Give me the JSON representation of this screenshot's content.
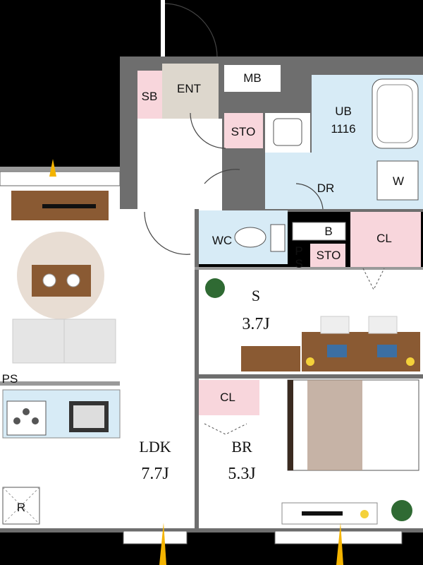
{
  "plan": {
    "rooms": {
      "ent": "ENT",
      "sb": "SB",
      "mb": "MB",
      "sto_top": "STO",
      "ub": "UB",
      "ub_size": "1116",
      "dr": "DR",
      "w": "W",
      "wc": "WC",
      "b": "B",
      "ps_p": "P",
      "ps_s": "S",
      "sto_mid": "STO",
      "cl_top": "CL",
      "s_label": "S",
      "s_size": "3.7J",
      "ps_left": "PS",
      "cl_br": "CL",
      "ldk_label": "LDK",
      "ldk_size": "7.7J",
      "br_label": "BR",
      "br_size": "5.3J",
      "r": "R"
    },
    "colors": {
      "background": "#000000",
      "wall": "#6e6e6e",
      "floor": "#ffffff",
      "wet_area": "#d7ebf6",
      "storage": "#f8d6dc",
      "entrance": "#ddd7cd",
      "wood": "#8a5a33"
    }
  }
}
